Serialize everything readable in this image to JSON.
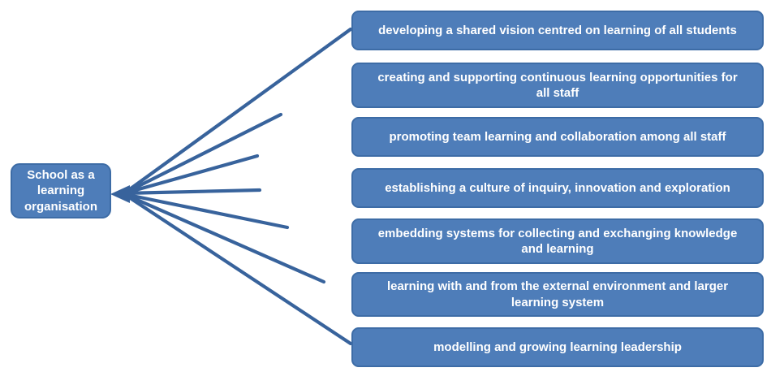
{
  "diagram": {
    "title": "School as a learning organisation dimensions",
    "root": {
      "label": [
        "School as a",
        "learning",
        "organisation"
      ]
    },
    "branches": [
      {
        "label": [
          "developing a shared vision centred on learning of all students"
        ]
      },
      {
        "label": [
          "creating and supporting continuous learning opportunities for",
          "all staff"
        ]
      },
      {
        "label": [
          "promoting team learning and collaboration among all staff"
        ]
      },
      {
        "label": [
          "establishing a culture of inquiry, innovation and exploration"
        ]
      },
      {
        "label": [
          "embedding systems for collecting and exchanging knowledge",
          "and  learning"
        ]
      },
      {
        "label": [
          "learning with and from the external environment and larger",
          "learning system"
        ]
      },
      {
        "label": [
          "modelling and growing learning leadership"
        ]
      }
    ],
    "colors": {
      "box_fill": "#4e7db9",
      "box_border": "#3d6ca6",
      "connector": "#38639c",
      "text": "#ffffff",
      "background": "#ffffff"
    }
  }
}
